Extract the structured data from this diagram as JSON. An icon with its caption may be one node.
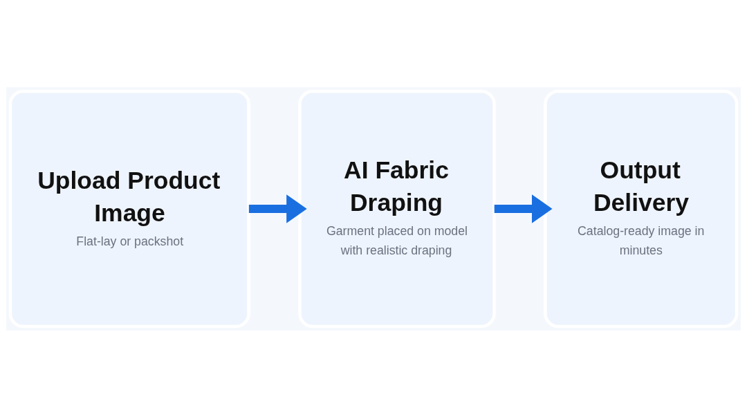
{
  "diagram": {
    "nodes": [
      {
        "text": [
          "Upload Product Image",
          "Flat-lay or packshot"
        ]
      },
      {
        "text": [
          "AI Fabric Draping",
          "Garment placed on model with realistic draping"
        ]
      },
      {
        "text": [
          "Output Delivery",
          "Catalog-ready image in minutes"
        ]
      }
    ],
    "edges": [
      {
        "from": 0,
        "to": 1,
        "arrow": "to"
      },
      {
        "from": 1,
        "to": 2,
        "arrow": "to"
      }
    ]
  }
}
